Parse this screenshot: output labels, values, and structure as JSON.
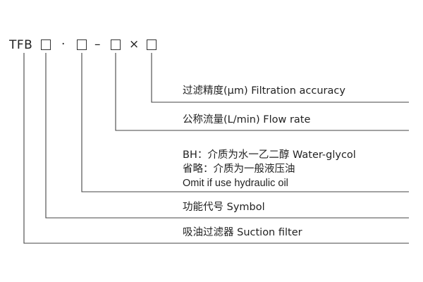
{
  "code": {
    "prefix": "TFB",
    "dot": "·",
    "dash": "–",
    "times": "×"
  },
  "labels": {
    "accuracy": "过滤精度(μm)  Filtration accuracy",
    "flow": "公称流量(L/min)  Flow rate",
    "medium_line1": "BH：介质为水一乙二醇  Water-glycol",
    "medium_line2": "省略：介质为一般液压油",
    "medium_line3": "Omit if use hydraulic oil",
    "symbol": "功能代号  Symbol",
    "suction": "吸油过滤器  Suction filter"
  },
  "colors": {
    "line": "#444444",
    "text": "#222222"
  }
}
